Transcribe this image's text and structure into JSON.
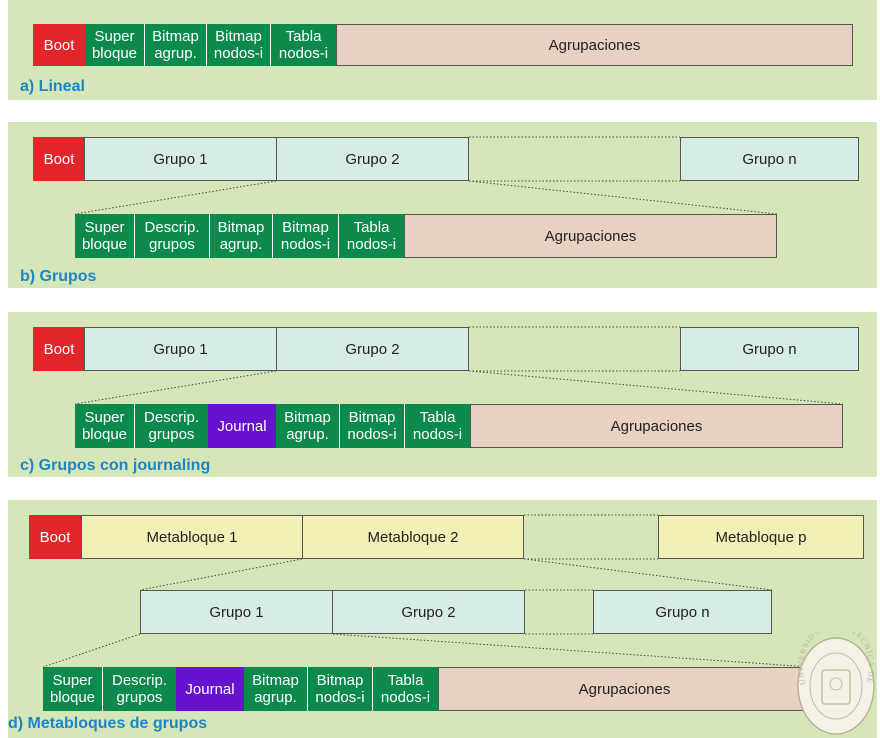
{
  "lineal": {
    "boot": "Boot",
    "blocks": [
      "Super\nbloque",
      "Bitmap\nagrup.",
      "Bitmap\nnodos-i",
      "Tabla\nnodos-i"
    ],
    "agrupaciones": "Agrupaciones",
    "caption": "a) Lineal"
  },
  "grupos": {
    "boot": "Boot",
    "groups": [
      "Grupo 1",
      "Grupo 2",
      "Grupo n"
    ],
    "blocks": [
      "Super\nbloque",
      "Descrip.\ngrupos",
      "Bitmap\nagrup.",
      "Bitmap\nnodos-i",
      "Tabla\nnodos-i"
    ],
    "agrupaciones": "Agrupaciones",
    "caption": "b) Grupos"
  },
  "journaling": {
    "boot": "Boot",
    "groups": [
      "Grupo 1",
      "Grupo 2",
      "Grupo n"
    ],
    "blocks": [
      "Super\nbloque",
      "Descrip.\ngrupos"
    ],
    "journal": "Journal",
    "blocks_after": [
      "Bitmap\nagrup.",
      "Bitmap\nnodos-i",
      "Tabla\nnodos-i"
    ],
    "agrupaciones": "Agrupaciones",
    "caption": "c) Grupos con journaling"
  },
  "metabloques": {
    "boot": "Boot",
    "metas": [
      "Metabloque 1",
      "Metabloque 2",
      "Metabloque p"
    ],
    "groups": [
      "Grupo 1",
      "Grupo 2",
      "Grupo n"
    ],
    "blocks": [
      "Super\nbloque",
      "Descrip.\ngrupos"
    ],
    "journal": "Journal",
    "blocks_after": [
      "Bitmap\nagrup.",
      "Bitmap\nnodos-i",
      "Tabla\nnodos-i"
    ],
    "agrupaciones": "Agrupaciones",
    "caption": "d) Metabloques de grupos"
  },
  "seal": {
    "text": "UNIVERSIDAD POLITECNICA DE MADRID"
  },
  "colors": {
    "panel": "#d5e7b8",
    "boot": "#e3262b",
    "green": "#0c8a4c",
    "journal": "#6612cf",
    "agrupaciones": "#e8d0c3",
    "grupo": "#d7ece4",
    "metabloque": "#f2f0b6",
    "caption": "#1a86c8"
  }
}
